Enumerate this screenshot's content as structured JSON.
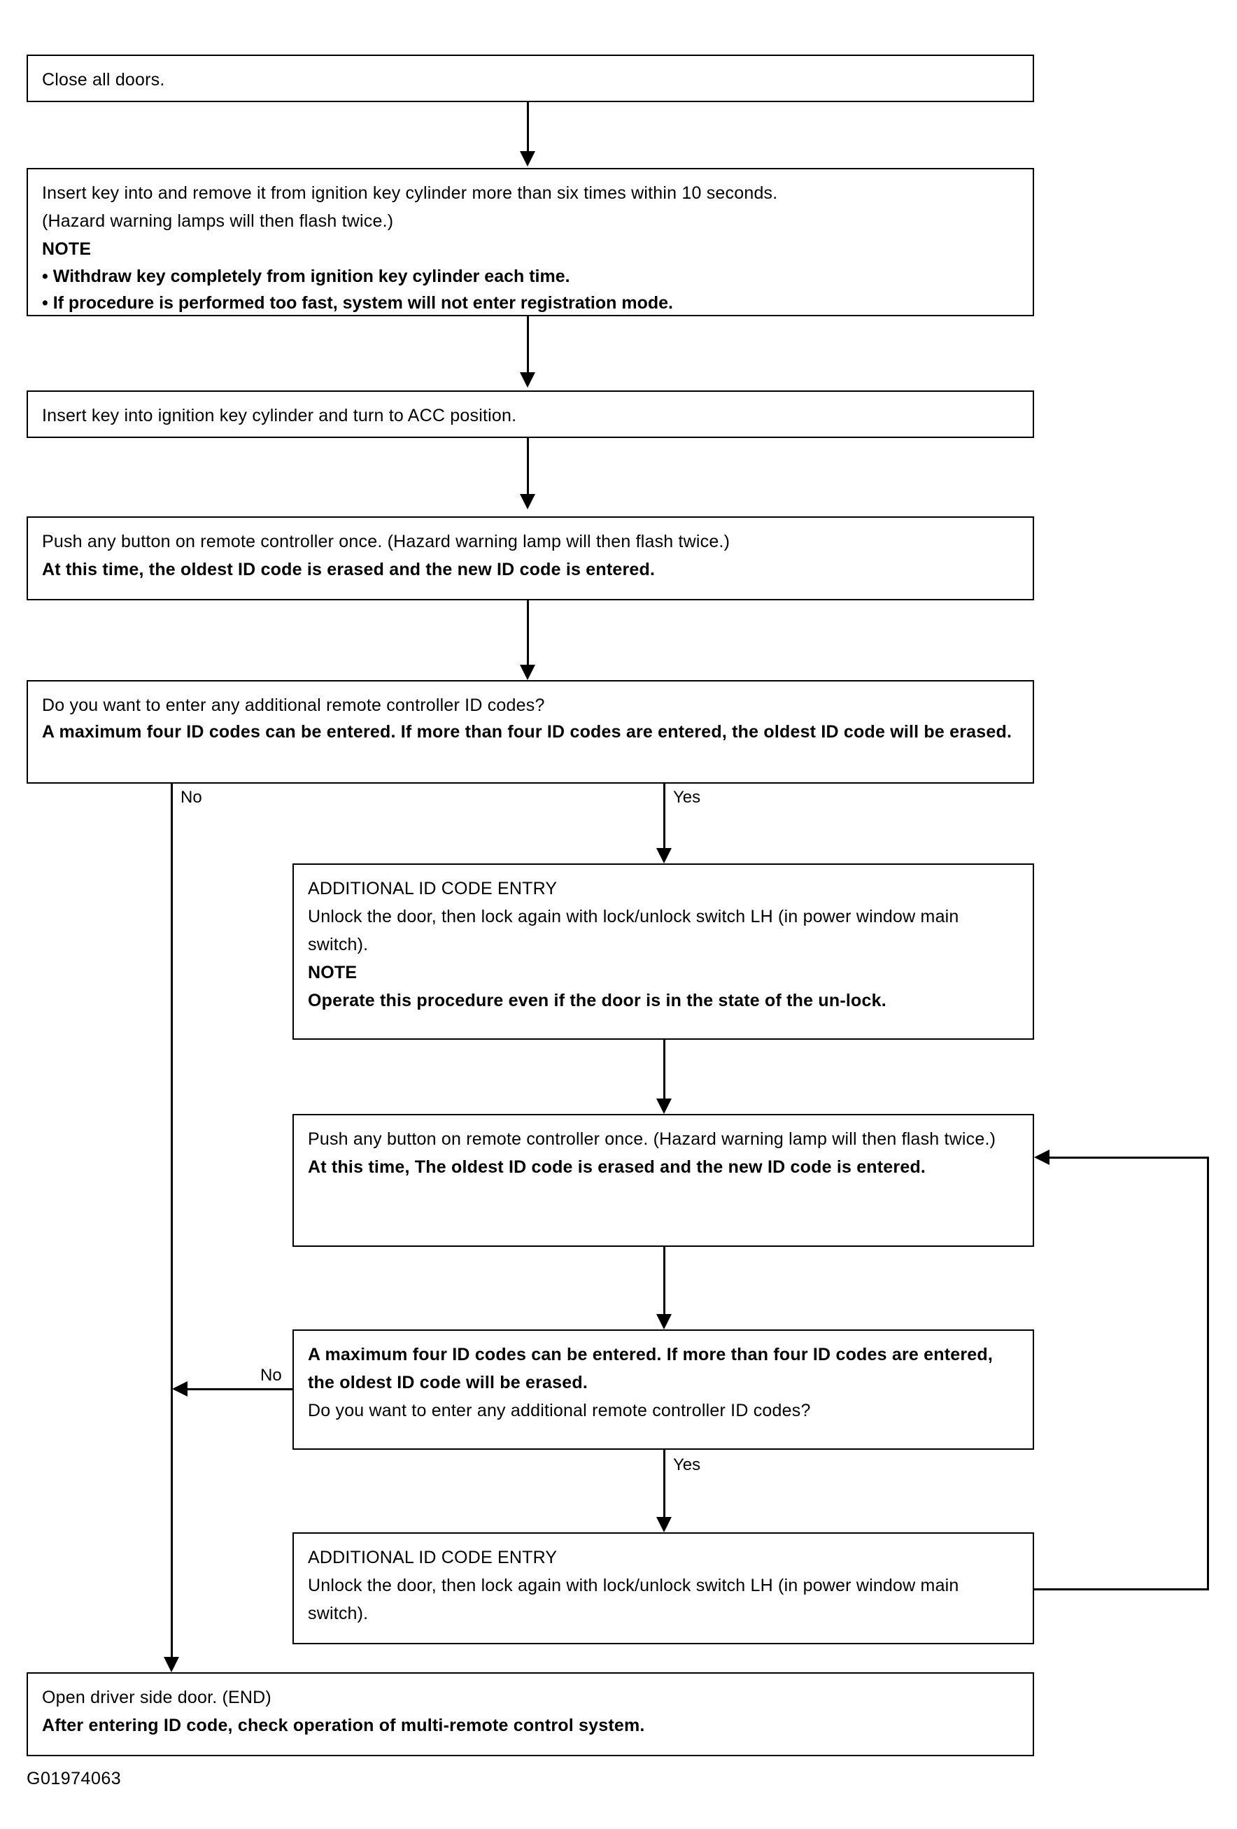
{
  "figure": {
    "id_label": "G01974063"
  },
  "nodes": [
    {
      "key": "close_doors",
      "name": "step-close-all-doors",
      "lines": [
        {
          "text": "Close all doors.",
          "bold": false
        }
      ]
    },
    {
      "key": "insert_remove_key",
      "name": "step-insert-and-remove-key",
      "lines": [
        {
          "text": "Insert key into and remove it from ignition key cylinder more than six times within 10 seconds.",
          "bold": false
        },
        {
          "text": "(Hazard warning lamps will then flash twice.)",
          "bold": false
        },
        {
          "text": "NOTE",
          "bold": true
        },
        {
          "text": "• Withdraw key completely from ignition key cylinder each time.",
          "bold": true
        },
        {
          "text": "• If procedure is performed too fast, system will not enter registration mode.",
          "bold": true
        }
      ]
    },
    {
      "key": "turn_acc",
      "name": "step-turn-key-to-acc",
      "lines": [
        {
          "text": "Insert key into ignition key cylinder and turn to ACC position.",
          "bold": false
        }
      ]
    },
    {
      "key": "push_button_first",
      "name": "step-push-any-button-first",
      "lines": [
        {
          "text": "Push any button on remote controller once. (Hazard warning lamp will then flash twice.)",
          "bold": false
        },
        {
          "text": "At this time, the oldest ID code is erased and the new ID code is entered.",
          "bold": true
        }
      ]
    },
    {
      "key": "decision_first",
      "name": "decision-additional-id-codes-first",
      "lines": [
        {
          "text": "Do you want to enter any additional remote controller ID codes?",
          "bold": false
        },
        {
          "text": "A maximum four ID codes can be entered. If more than four ID codes are entered, the oldest ID code will be erased.",
          "bold": true
        }
      ]
    },
    {
      "key": "additional_entry_first",
      "name": "step-additional-id-code-entry-first",
      "lines": [
        {
          "text": "ADDITIONAL ID CODE ENTRY",
          "bold": false
        },
        {
          "text": "Unlock the door, then lock again with lock/unlock switch LH (in power window main switch).",
          "bold": false
        },
        {
          "text": "NOTE",
          "bold": true
        },
        {
          "text": "Operate this procedure even if the door is in the state of the un-lock.",
          "bold": true
        }
      ]
    },
    {
      "key": "push_button_second",
      "name": "step-push-any-button-second",
      "lines": [
        {
          "text": "Push any button on remote controller once. (Hazard warning lamp will then flash twice.)",
          "bold": false
        },
        {
          "text": "At this time, The oldest ID code is erased and the new ID code is entered.",
          "bold": true
        }
      ]
    },
    {
      "key": "decision_second",
      "name": "decision-additional-id-codes-second",
      "lines": [
        {
          "text": "A maximum four ID codes can be entered. If more than four ID codes are entered, the oldest ID code will be erased.",
          "bold": true
        },
        {
          "text": "Do you want to enter any additional remote controller ID codes?",
          "bold": false
        }
      ]
    },
    {
      "key": "additional_entry_second",
      "name": "step-additional-id-code-entry-second",
      "lines": [
        {
          "text": "ADDITIONAL ID CODE ENTRY",
          "bold": false
        },
        {
          "text": "Unlock the door, then lock again with lock/unlock switch LH (in power window main switch).",
          "bold": false
        }
      ]
    },
    {
      "key": "end_box",
      "name": "step-open-driver-side-door-end",
      "lines": [
        {
          "text": "Open driver side door. (END)",
          "bold": false
        },
        {
          "text": "After entering ID code, check operation of multi-remote control system.",
          "bold": true
        }
      ]
    }
  ],
  "edge_labels": {
    "first_no": "No",
    "first_yes": "Yes",
    "second_no": "No",
    "second_yes": "Yes"
  },
  "colors": {
    "stroke": "#000000",
    "background": "#ffffff",
    "text": "#000000"
  }
}
